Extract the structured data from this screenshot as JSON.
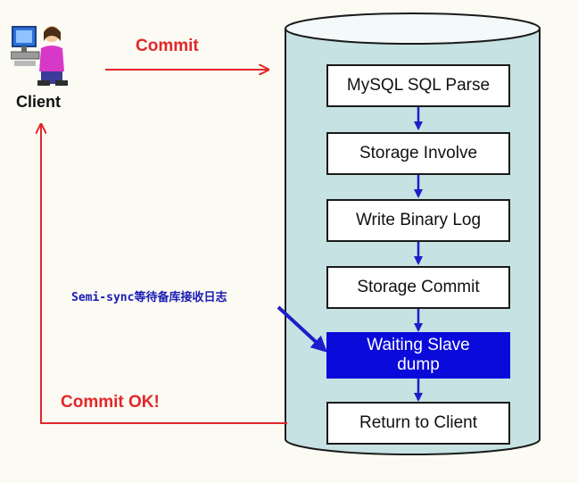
{
  "client": {
    "label": "Client",
    "icon": "client-computer-user-icon"
  },
  "arrows": {
    "commit_label": "Commit",
    "commit_ok_label": "Commit OK!",
    "semi_sync_note": "Semi-sync等待备库接收日志"
  },
  "steps": [
    {
      "label": "MySQL SQL Parse",
      "highlight": false
    },
    {
      "label": "Storage Involve",
      "highlight": false
    },
    {
      "label": "Write Binary Log",
      "highlight": false
    },
    {
      "label": "Storage Commit",
      "highlight": false
    },
    {
      "label": "Waiting Slave\ndump",
      "highlight": true
    },
    {
      "label": "Return to Client",
      "highlight": false
    }
  ],
  "colors": {
    "cylinder_fill": "#c6e2e2",
    "flow_arrow": "#1d1dcc",
    "client_arrow": "#e3262a",
    "highlight_step": "#0a0adb"
  }
}
